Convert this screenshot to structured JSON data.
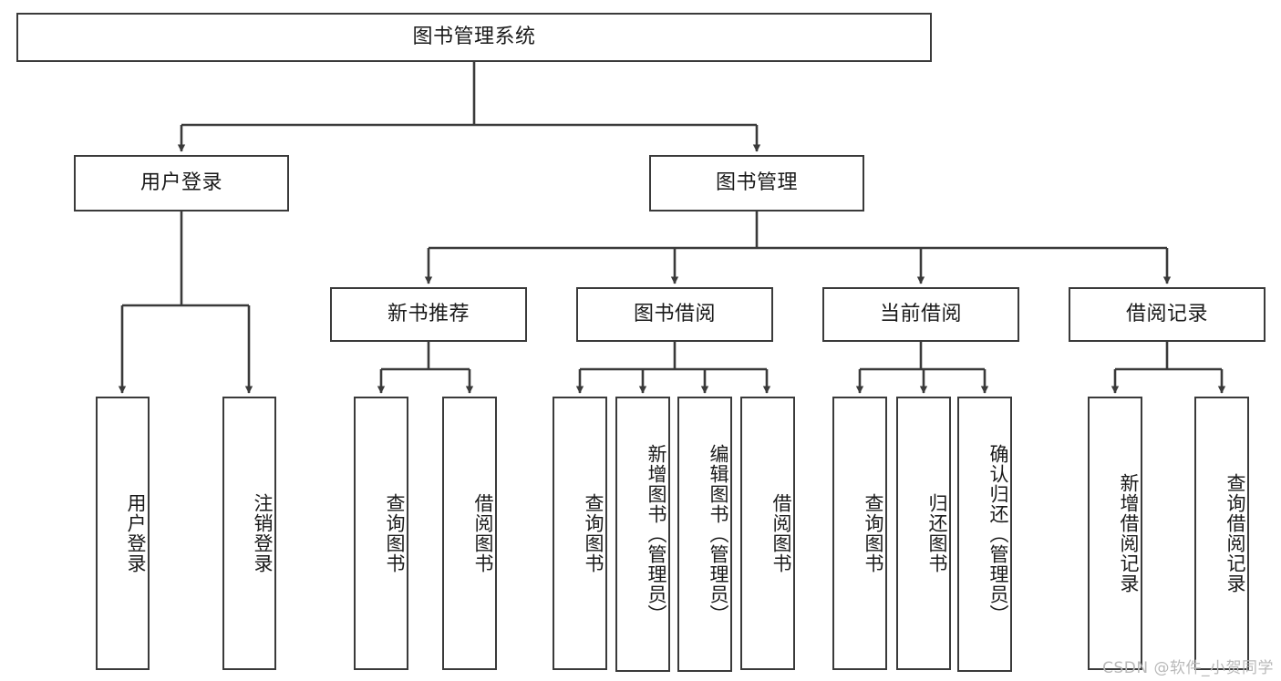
{
  "diagram": {
    "title": "图书管理系统",
    "type": "tree-hierarchy-chart",
    "watermark": "CSDN @软件_小贺同学",
    "colors": {
      "stroke": "#3a3a3a",
      "fill": "#ffffff",
      "text": "#1a1a1a",
      "watermark": "#b9b9b9"
    }
  },
  "nodes": {
    "root": {
      "label": "图书管理系统"
    },
    "level1": [
      {
        "id": "user-login",
        "label": "用户登录"
      },
      {
        "id": "book-manage",
        "label": "图书管理"
      }
    ],
    "level2": [
      {
        "id": "new-book-recommend",
        "label": "新书推荐"
      },
      {
        "id": "book-borrow",
        "label": "图书借阅"
      },
      {
        "id": "current-borrow",
        "label": "当前借阅"
      },
      {
        "id": "borrow-record",
        "label": "借阅记录"
      }
    ],
    "leaves": {
      "user-login": [
        {
          "id": "leaf-user-login",
          "label": "用户登录"
        },
        {
          "id": "leaf-logout-login",
          "label": "注销登录"
        }
      ],
      "new-book-recommend": [
        {
          "id": "leaf-query-book-1",
          "label": "查询图书"
        },
        {
          "id": "leaf-borrow-book-1",
          "label": "借阅图书"
        }
      ],
      "book-borrow": [
        {
          "id": "leaf-query-book-2",
          "label": "查询图书"
        },
        {
          "id": "leaf-add-book",
          "label": "新增图书（管理员）"
        },
        {
          "id": "leaf-edit-book",
          "label": "编辑图书（管理员）"
        },
        {
          "id": "leaf-borrow-book-2",
          "label": "借阅图书"
        }
      ],
      "current-borrow": [
        {
          "id": "leaf-query-book-3",
          "label": "查询图书"
        },
        {
          "id": "leaf-return-book",
          "label": "归还图书"
        },
        {
          "id": "leaf-confirm-return",
          "label": "确认归还（管理员）"
        }
      ],
      "borrow-record": [
        {
          "id": "leaf-add-record",
          "label": "新增借阅记录"
        },
        {
          "id": "leaf-query-record",
          "label": "查询借阅记录"
        }
      ]
    }
  }
}
